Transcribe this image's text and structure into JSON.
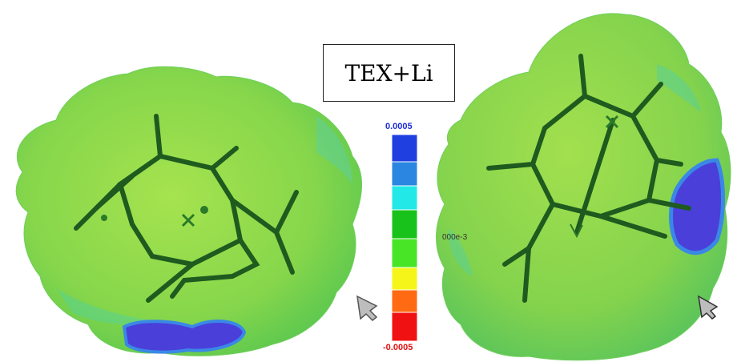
{
  "title": "TEX+Li",
  "colorbar": {
    "max_label": "0.0005",
    "min_label": "-0.0005",
    "mid_label": "000e-3",
    "colors_top_to_bottom": [
      "#1f3fe0",
      "#2a86e0",
      "#22e8e8",
      "#19c21a",
      "#47e526",
      "#f5f51a",
      "#ff6a13",
      "#f01212"
    ]
  },
  "surface_colors": {
    "green": "#8fd94a",
    "green_dark": "#63c84b",
    "cyan_green": "#4fd39b",
    "blue_patch": "#4a3fd9",
    "bond": "#1f5a1f"
  },
  "icons": [
    "left-rotate-cursor-icon",
    "right-rotate-cursor-icon"
  ]
}
